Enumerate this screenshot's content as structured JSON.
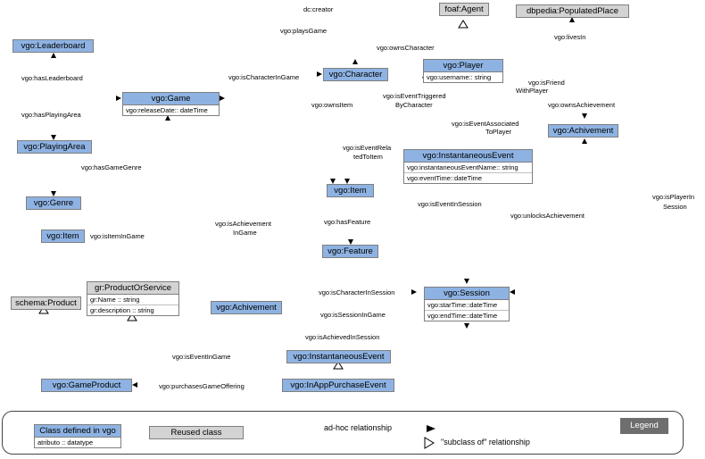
{
  "top_labels": {
    "dc_creator": "dc:creator",
    "plays_game": "vgo:playsGame",
    "owns_character": "vgo:ownsCharacter",
    "lives_in": "vgo:livesIn"
  },
  "reused_classes": {
    "foaf_agent": "foaf:Agent",
    "populated_place": "dbpedia:PopulatedPlace",
    "schema_product": "schema:Product"
  },
  "classes": {
    "leaderboard": "vgo:Leaderboard",
    "playing_area": "vgo:PlayingArea",
    "genre": "vgo:Genre",
    "item_left": "vgo:Item",
    "character": "vgo:Character",
    "item_center": "vgo:Item",
    "feature": "vgo:Feature",
    "achievement_right": "vgo:Achivement",
    "achievement_left": "vgo:Achivement",
    "instantaneous_event_bottom": "vgo:InstantaneousEvent",
    "in_app_purchase_event": "vgo:InAppPurchaseEvent",
    "game_product": "vgo:GameProduct"
  },
  "game": {
    "name": "vgo:Game",
    "attrs": [
      "vgo:releaseDate:: dateTime"
    ]
  },
  "player": {
    "name": "vgo:Player",
    "attrs": [
      "vgo:username:: string"
    ]
  },
  "instantaneous_event": {
    "name": "vgo:InstantaneousEvent",
    "attrs": [
      "vgo:instantaneousEventName:: string",
      "vgo:eventTime::dateTime"
    ]
  },
  "product_or_service": {
    "name": "gr:ProductOrService",
    "attrs": [
      "gr:Name :: string",
      "gr:description :: string"
    ]
  },
  "session": {
    "name": "vgo:Session",
    "attrs": [
      "vgo:starTime::dateTime",
      "vgo:endTime::dateTime"
    ]
  },
  "relationships": {
    "has_leaderboard": "vgo:hasLeaderboard",
    "has_playing_area": "vgo:hasPlayingArea",
    "has_game_genre": "vgo:hasGameGenre",
    "is_item_in_game": "vgo:isItemInGame",
    "is_character_in_game": "vgo:isCharacterInGame",
    "owns_item": "vgo:ownsItem",
    "is_event_triggered_1": "vgo:isEventTriggered",
    "is_event_triggered_2": "ByCharacter",
    "is_friend_1": "vgo:isFriend",
    "is_friend_2": "WithPlayer",
    "owns_achievement": "vgo:ownsAchievement",
    "is_event_associated_1": "vgo:isEventAssociated",
    "is_event_associated_2": "ToPlayer",
    "is_event_related_1": "vgo:isEventRela",
    "is_event_related_2": "tedToItem",
    "is_event_in_session": "vgo:isEventInSession",
    "unlocks_achievement": "vgo:unlocksAchievement",
    "is_player_in_1": "vgo:isPlayerIn",
    "is_player_in_2": "Session",
    "is_achievement_in_1": "vgo:isAchievement",
    "is_achievement_in_2": "InGame",
    "has_feature": "vgo:hasFeature",
    "is_character_in_session": "vgo:isCharacterInSession",
    "is_session_in_game": "vgo:isSessionInGame",
    "is_achieved_in_session": "vgo:isAchievedInSession",
    "is_event_in_game": "vgo:isEventInGame",
    "purchases_game_offering": "vgo:purchasesGameOffering"
  },
  "legend": {
    "title": "Legend",
    "class_vgo": "Class defined in vgo",
    "attr_sample": "atributo :: datatype",
    "reused_class": "Reused class",
    "adhoc": "ad-hoc relationship",
    "subclass": "\"subclass of\" relationship"
  },
  "colors": {
    "vgo_class": "#8eb3e3",
    "reused_class": "#d3d3d3",
    "legend_title_bg": "#6e6e6e"
  }
}
